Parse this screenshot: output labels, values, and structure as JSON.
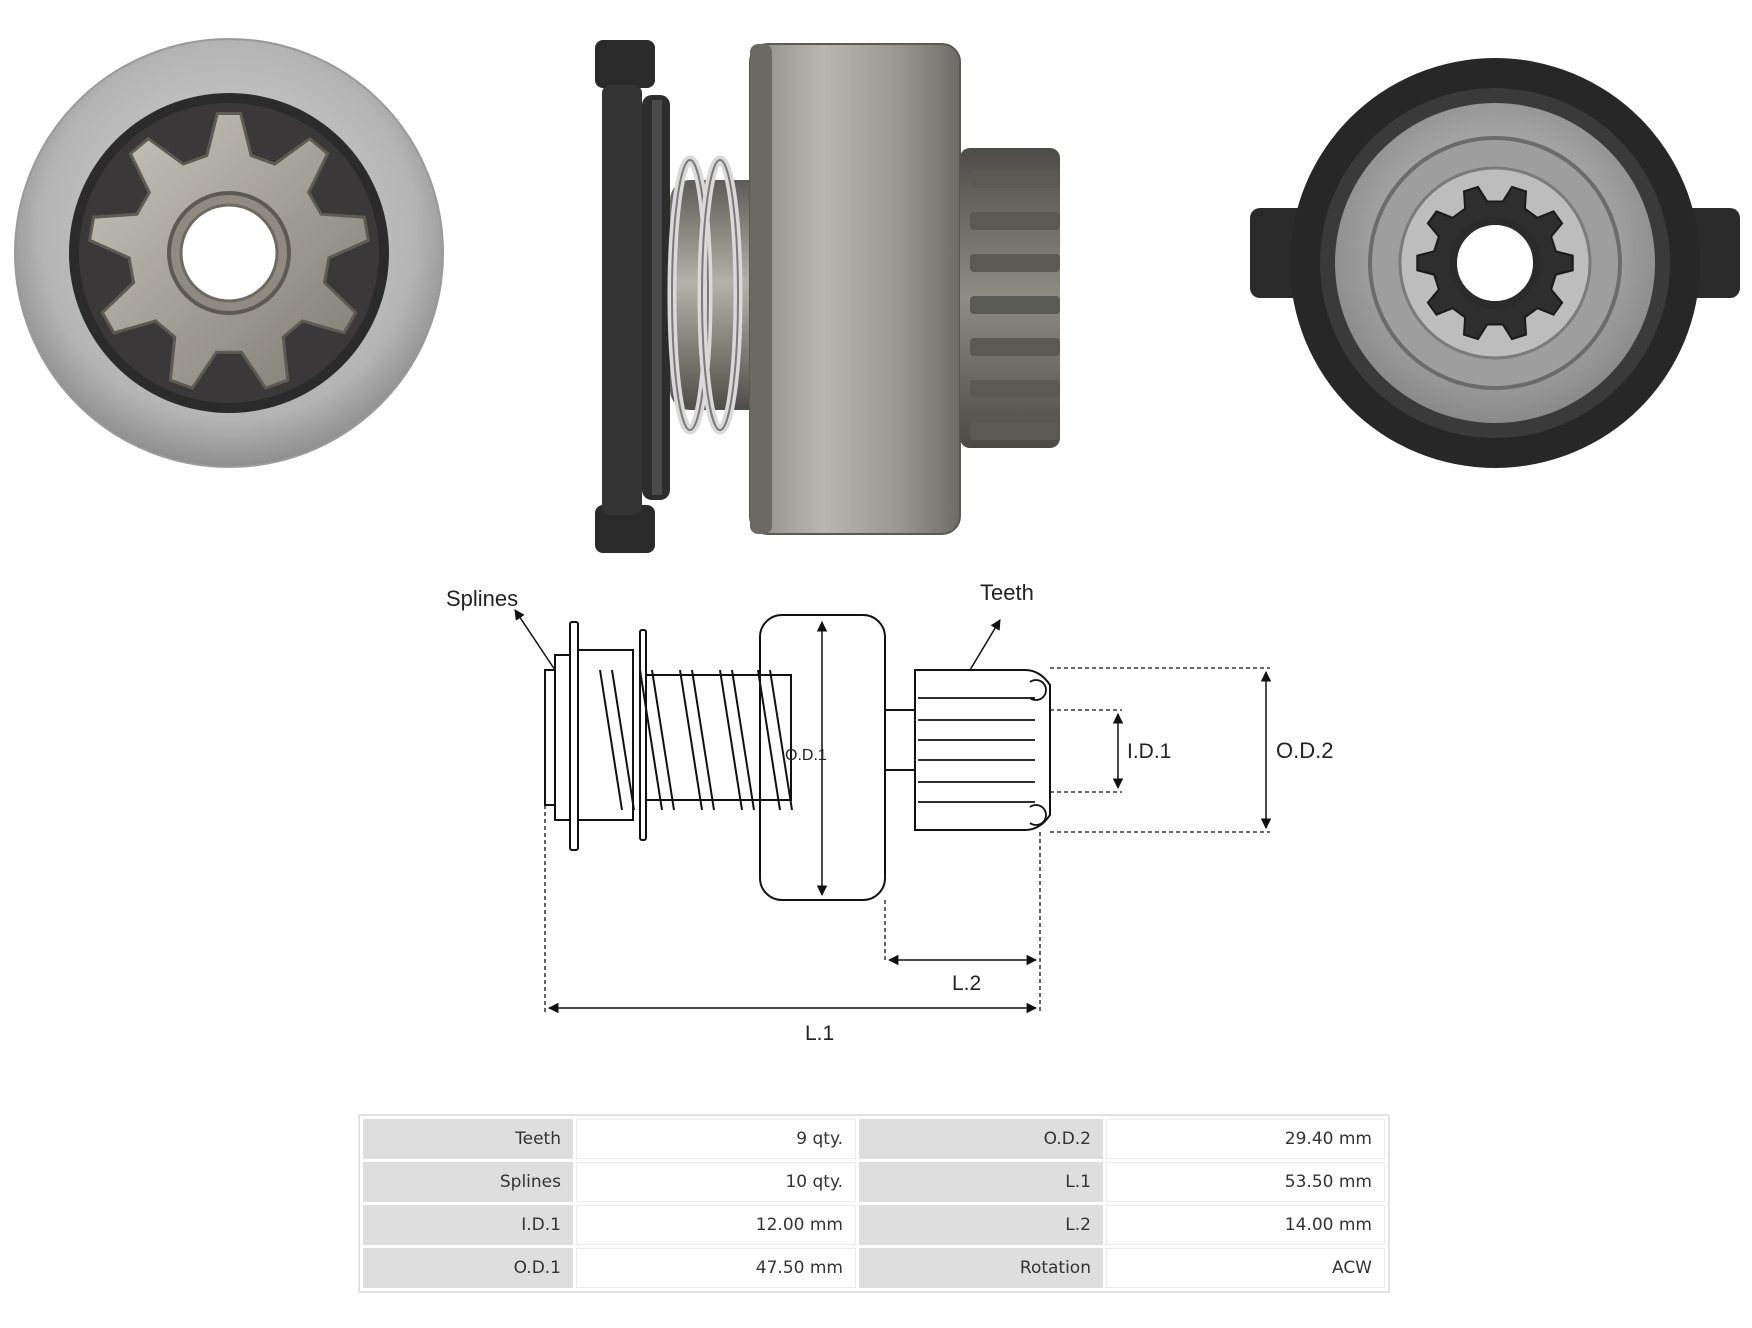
{
  "diagram": {
    "labels": {
      "splines": "Splines",
      "teeth": "Teeth",
      "od1": "O.D.1",
      "od2": "O.D.2",
      "id1": "I.D.1",
      "l1": "L.1",
      "l2": "L.2"
    }
  },
  "specs": {
    "rows": [
      {
        "label1": "Teeth",
        "value1": "9 qty.",
        "label2": "O.D.2",
        "value2": "29.40 mm"
      },
      {
        "label1": "Splines",
        "value1": "10 qty.",
        "label2": "L.1",
        "value2": "53.50 mm"
      },
      {
        "label1": "I.D.1",
        "value1": "12.00 mm",
        "label2": "L.2",
        "value2": "14.00 mm"
      },
      {
        "label1": "O.D.1",
        "value1": "47.50 mm",
        "label2": "Rotation",
        "value2": "ACW"
      }
    ]
  },
  "colors": {
    "metal_light": "#b9b9b9",
    "metal_dark": "#6d6d6d",
    "rubber": "#2a2a2a",
    "table_label_bg": "#dedede"
  }
}
